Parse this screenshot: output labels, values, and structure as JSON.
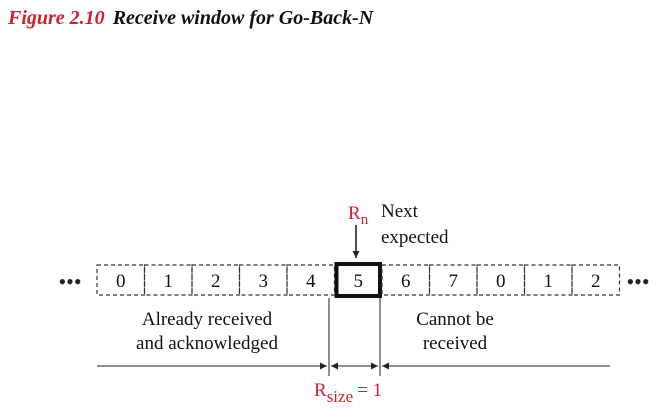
{
  "caption": {
    "number": "Figure 2.10",
    "title": "Receive window for Go-Back-N"
  },
  "ellipsis": "•••",
  "sequence": [
    "0",
    "1",
    "2",
    "3",
    "4",
    "5",
    "6",
    "7",
    "0",
    "1",
    "2"
  ],
  "window": {
    "index": 5
  },
  "pointer": {
    "label": "R",
    "subscript": "n",
    "note_line1": "Next",
    "note_line2": "expected"
  },
  "regions": {
    "left_line1": "Already received",
    "left_line2": "and acknowledged",
    "right_line1": "Cannot be",
    "right_line2": "received"
  },
  "size_label": {
    "main": "R",
    "subscript": "size",
    "suffix": "= 1"
  },
  "colors": {
    "accent": "#d01f2e",
    "text": "#111111",
    "line": "#222222"
  }
}
